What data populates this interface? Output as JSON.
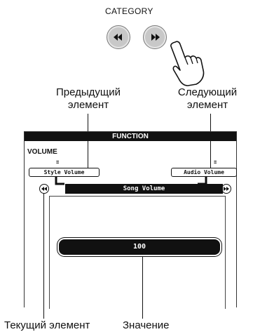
{
  "category": {
    "label": "CATEGORY",
    "prev_icon": "rewind-icon",
    "next_icon": "fast-forward-icon"
  },
  "callouts": {
    "previous_line1": "Предыдущий",
    "previous_line2": "элемент",
    "next_line1": "Следующий",
    "next_line2": "элемент",
    "current": "Текущий элемент",
    "value": "Значение"
  },
  "screen": {
    "title": "FUNCTION",
    "group": "VOLUME",
    "prev_item": "Style Volume",
    "next_item": "Audio Volume",
    "current_item": "Song Volume",
    "value": "100"
  },
  "colors": {
    "lcd_dark": "#111111",
    "button_gray": "#c8c8c8"
  }
}
